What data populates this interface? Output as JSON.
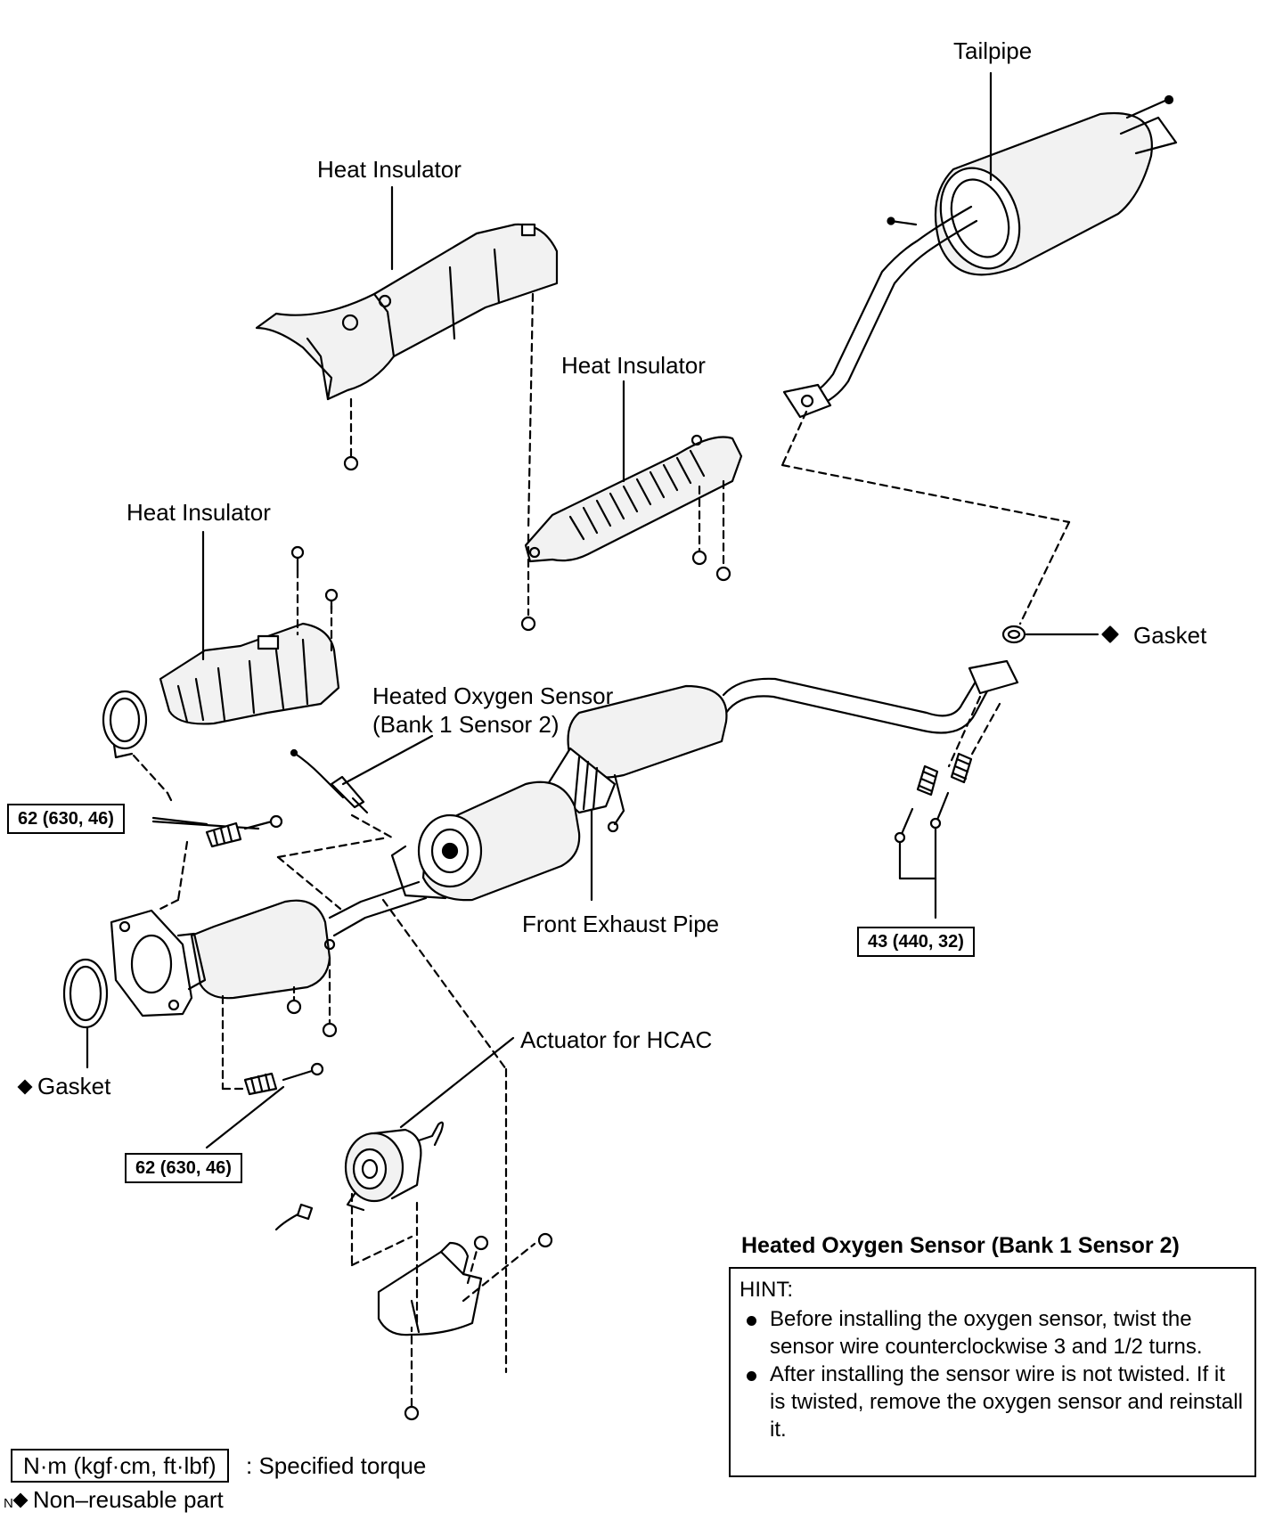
{
  "labels": {
    "tailpipe": "Tailpipe",
    "heat_insulator_top": "Heat Insulator",
    "heat_insulator_mid": "Heat Insulator",
    "heat_insulator_left": "Heat Insulator",
    "gasket_right": "Gasket",
    "oxygen_sensor_line1": "Heated Oxygen Sensor",
    "oxygen_sensor_line2": "(Bank 1 Sensor 2)",
    "front_exhaust_pipe": "Front Exhaust Pipe",
    "gasket_left": "Gasket",
    "actuator": "Actuator for HCAC"
  },
  "torques": {
    "upper_left": "62 (630, 46)",
    "right": "43 (440, 32)",
    "lower_left": "62 (630, 46)"
  },
  "hint": {
    "title": "Heated Oxygen Sensor (Bank 1 Sensor 2)",
    "heading": "HINT:",
    "items": [
      "Before installing the oxygen sensor, twist the sensor wire counterclockwise 3 and 1/2 turns.",
      "After installing the sensor wire is not twisted. If it is twisted, remove the oxygen sensor and reinstall it."
    ]
  },
  "legend": {
    "torque_unit": "N·m (kgf·cm, ft·lbf)",
    "torque_desc": ": Specified torque",
    "marker_letter": "N",
    "nonreusable": "Non–reusable part"
  },
  "colors": {
    "ink": "#000000",
    "paper": "#ffffff",
    "fill": "#f2f2f2"
  }
}
